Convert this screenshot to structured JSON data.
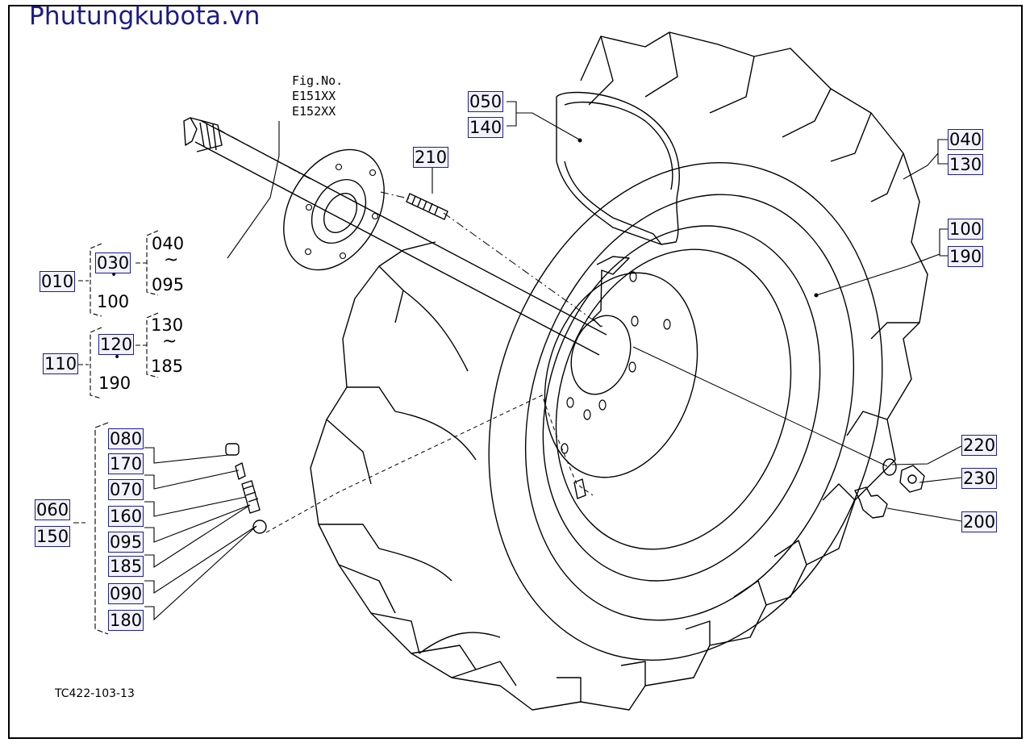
{
  "watermark": "Phutungkubota.vn",
  "fig": {
    "label": "Fig.No.",
    "codes": [
      "E151XX",
      "E152XX"
    ]
  },
  "drawing_code": "TC422-103-13",
  "refs": {
    "r050": "050",
    "r140": "140",
    "r210": "210",
    "r040": "040",
    "r130": "130",
    "r100": "100",
    "r190": "190",
    "r010": "010",
    "r030": "030",
    "r100b": "100",
    "r040b": "040",
    "r095": "095",
    "r110": "110",
    "r120": "120",
    "r190b": "190",
    "r130b": "130",
    "r185": "185",
    "r080": "080",
    "r170": "170",
    "r070": "070",
    "r160": "160",
    "r095b": "095",
    "r185b": "185",
    "r090": "090",
    "r180": "180",
    "r060": "060",
    "r150": "150",
    "r220": "220",
    "r230": "230",
    "r200": "200"
  },
  "symbols": {
    "dot": "•",
    "tilde": "~"
  },
  "colors": {
    "watermark": "#1a1a8a",
    "label_border": "#1c1c9a",
    "label_fill": "#f2f2ff",
    "line": "#000000"
  }
}
